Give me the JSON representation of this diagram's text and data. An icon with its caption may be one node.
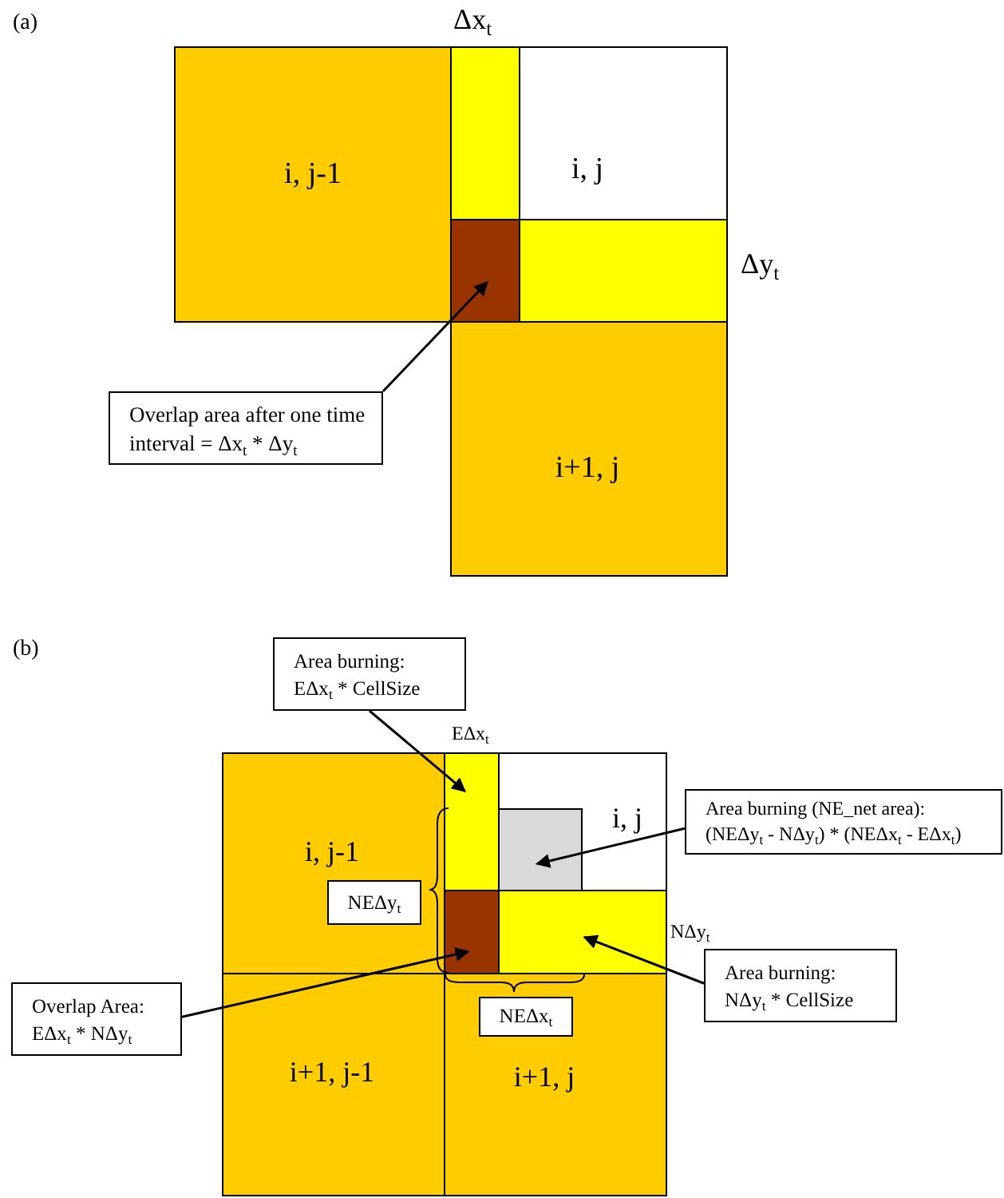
{
  "diagram": {
    "nodes": [
      {
        "text": [
          "i, j-1"
        ]
      },
      {
        "text": [
          "i, j"
        ]
      },
      {
        "text": [],
        "shape": "box",
        "in": 1
      },
      {
        "text": [],
        "shape": "box",
        "in": 1
      },
      {
        "text": [],
        "shape": "box",
        "in": 1
      },
      {
        "text": [
          "i+1, j"
        ]
      },
      {
        "text": [
          "Overlap area after one time interval = Δx$_{t}$ * Δy$_{t}$"
        ]
      },
      {
        "text": [
          "Area burning:",
          "EΔx$_{t}$ * CellSize"
        ]
      },
      {
        "text": [
          "i, j-1"
        ]
      },
      {
        "text": [
          "i, j"
        ]
      },
      {
        "text": [],
        "shape": "box",
        "in": 9
      },
      {
        "text": [],
        "shape": "box",
        "in": 9
      },
      {
        "text": [],
        "shape": "box",
        "in": 9
      },
      {
        "text": [],
        "shape": "box",
        "in": 9
      },
      {
        "text": [
          "i+1, j-1"
        ]
      },
      {
        "text": [
          "i+1, j"
        ]
      },
      {
        "text": [
          "NEΔy$_{t}$"
        ],
        "in": 8
      },
      {
        "text": [
          "NEΔx$_{t}$"
        ],
        "in": 15
      },
      {
        "text": [
          "Area burning (NE_net area):",
          "(NEΔy$_{t}$ - NΔy$_{t}$) * (NEΔx$_{t}$ - EΔx$_{t}$)"
        ]
      },
      {
        "text": [
          "Area burning:",
          "NΔy$_{t}$ * CellSize"
        ]
      },
      {
        "text": [
          "Overlap Area:",
          "EΔx$_{t}$ * NΔy$_{t}$"
        ]
      }
    ],
    "edges": [
      {
        "from": 6,
        "to": 3,
        "arrow": "to"
      },
      {
        "from": 7,
        "to": 10,
        "arrow": "to"
      },
      {
        "from": 18,
        "to": 11,
        "arrow": "to"
      },
      {
        "from": 19,
        "to": 13,
        "arrow": "to"
      },
      {
        "from": 20,
        "to": 12,
        "arrow": "to"
      }
    ],
    "labels": [
      "(a)",
      "Δx$_{t}$",
      "Δy$_{t}$",
      "(b)",
      "EΔx$_{t}$",
      "NΔy$_{t}$"
    ]
  }
}
